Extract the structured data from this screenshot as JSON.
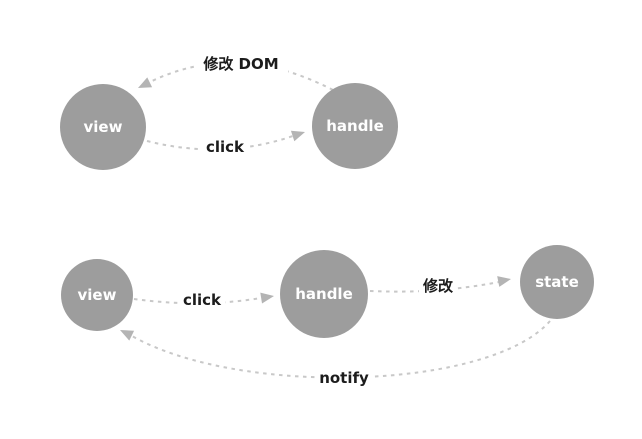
{
  "colors": {
    "background": "#ffffff",
    "node_fill": "#9d9d9d",
    "node_label": "#ffffff",
    "edge_line": "#c8c8c8",
    "arrowhead": "#b4b4b4",
    "edge_label": "#1c1c1c"
  },
  "top_diagram": {
    "nodes": [
      {
        "id": "view",
        "label": "view"
      },
      {
        "id": "handle",
        "label": "handle"
      }
    ],
    "edges": [
      {
        "from": "handle",
        "to": "view",
        "label": "修改 DOM"
      },
      {
        "from": "view",
        "to": "handle",
        "label": "click"
      }
    ]
  },
  "bottom_diagram": {
    "nodes": [
      {
        "id": "view",
        "label": "view"
      },
      {
        "id": "handle",
        "label": "handle"
      },
      {
        "id": "state",
        "label": "state"
      }
    ],
    "edges": [
      {
        "from": "view",
        "to": "handle",
        "label": "click"
      },
      {
        "from": "handle",
        "to": "state",
        "label": "修改"
      },
      {
        "from": "state",
        "to": "view",
        "label": "notify"
      }
    ]
  }
}
